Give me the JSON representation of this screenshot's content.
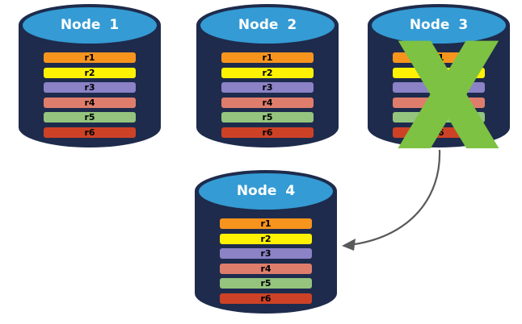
{
  "nodes": [
    {
      "id": "node-1",
      "label": "Node 1",
      "rows": [
        "r1",
        "r2",
        "r3",
        "r4",
        "r5",
        "r6"
      ],
      "status": "active"
    },
    {
      "id": "node-2",
      "label": "Node 2",
      "rows": [
        "r1",
        "r2",
        "r3",
        "r4",
        "r5",
        "r6"
      ],
      "status": "active"
    },
    {
      "id": "node-3",
      "label": "Node 3",
      "rows": [
        "r1",
        "r2",
        "r3",
        "r4",
        "r5",
        "r6"
      ],
      "status": "failed"
    },
    {
      "id": "node-4",
      "label": "Node 4",
      "rows": [
        "r1",
        "r2",
        "r3",
        "r4",
        "r5",
        "r6"
      ],
      "status": "active"
    }
  ],
  "row_colors": {
    "r1": "#F7941D",
    "r2": "#FFF103",
    "r3": "#8C82C6",
    "r4": "#DF7D6C",
    "r5": "#94C47E",
    "r6": "#CD4226"
  },
  "failure_mark": {
    "glyph": "X",
    "color": "#7DC242"
  },
  "arrow": {
    "from": "Node 3",
    "to": "Node 4",
    "color": "#595959"
  },
  "palette": {
    "cylinder_body": "#1E2B4C",
    "cylinder_top": "#349BD4",
    "title_text": "#FFFFFF",
    "row_text": "#000000",
    "background": "#FFFFFF"
  }
}
